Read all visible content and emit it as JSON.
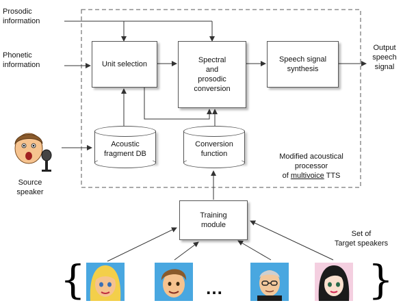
{
  "inputs": {
    "prosodic_line1": "Prosodic",
    "prosodic_line2": "information",
    "phonetic_line1": "Phonetic",
    "phonetic_line2": "information"
  },
  "blocks": {
    "unit_selection": "Unit selection",
    "spectral_line1": "Spectral",
    "spectral_line2": "and",
    "spectral_line3": "prosodic",
    "spectral_line4": "conversion",
    "synthesis_line1": "Speech signal",
    "synthesis_line2": "synthesis",
    "acoustic_db_line1": "Acoustic",
    "acoustic_db_line2": "fragment DB",
    "conversion_fn_line1": "Conversion",
    "conversion_fn_line2": "function",
    "training_line1": "Training",
    "training_line2": "module"
  },
  "output": {
    "line1": "Output",
    "line2": "speech",
    "line3": "signal"
  },
  "processor_label": {
    "line1": "Modified acoustical",
    "line2": "processor",
    "line3_prefix": "of ",
    "line3_underlined": "multivoice",
    "line3_suffix": " TTS"
  },
  "source_speaker": {
    "line1": "Source",
    "line2": "speaker"
  },
  "targets": {
    "line1": "Set of",
    "line2": "Target speakers",
    "ellipsis": "…",
    "left_brace": "{",
    "right_brace": "}"
  },
  "colors": {
    "line": "#333333",
    "dashed_border": "#555555",
    "skin": "#f6c38f",
    "hair_blonde": "#f3cf4a",
    "hair_brown": "#8a5a2b",
    "hair_black": "#1b1b1b",
    "face_bg_blue": "#49a7e0",
    "face_bg_pink": "#f4cfe0"
  },
  "icons": [
    "microphone-icon",
    "source-speaker-face-icon",
    "target-face-icon"
  ]
}
